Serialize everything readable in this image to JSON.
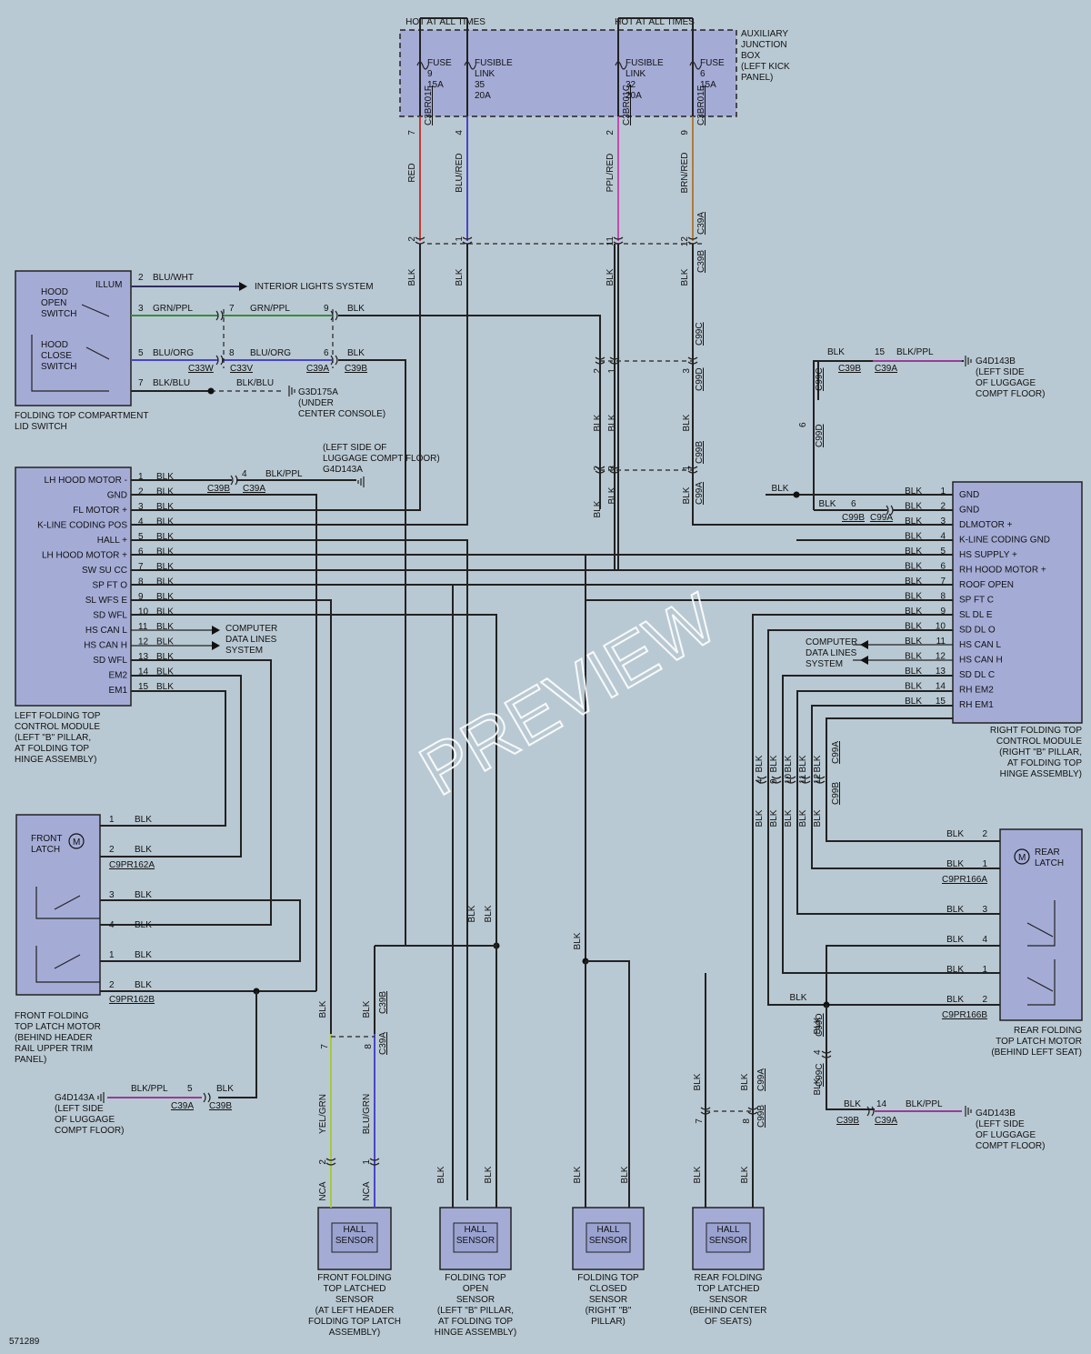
{
  "hot_at_all_times": "HOT AT ALL TIMES",
  "preview": "PREVIEW",
  "diagram_id": "571289",
  "aux_box": {
    "label": [
      "AUXILIARY",
      "JUNCTION",
      "BOX",
      "(LEFT KICK",
      "PANEL)"
    ],
    "fuse9": [
      "FUSE",
      "9",
      "15A"
    ],
    "fl35": [
      "FUSIBLE",
      "LINK",
      "35",
      "20A"
    ],
    "fl32": [
      "FUSIBLE",
      "LINK",
      "32",
      "20A"
    ],
    "fuse6": [
      "FUSE",
      "6",
      "15A"
    ]
  },
  "vertical_top": [
    {
      "pin": "7",
      "wire": "RED",
      "conn": "C3BR01F",
      "pin2": "2",
      "gnd": "BLK",
      "color": "#c23a3a"
    },
    {
      "pin": "4",
      "wire": "BLU/RED",
      "conn": "",
      "pin2": "1",
      "gnd": "BLK",
      "color": "#4a44c8"
    },
    {
      "pin": "2",
      "wire": "PPL/RED",
      "conn": "C3BR01C",
      "pin2": "11",
      "gnd": "BLK",
      "color": "#c24ab0"
    },
    {
      "pin": "9",
      "wire": "BRN/RED",
      "conn": "C3BR01E",
      "pin2": "12",
      "gnd": "BLK",
      "conn2": "C39A",
      "conn3": "C39B",
      "color": "#b07a3a"
    }
  ],
  "lid_switch": {
    "illum": "ILLUM",
    "hood_open": [
      "HOOD",
      "OPEN",
      "SWITCH"
    ],
    "hood_close": [
      "HOOD",
      "CLOSE",
      "SWITCH"
    ],
    "caption": [
      "FOLDING TOP COMPARTMENT",
      "LID SWITCH"
    ],
    "w2": "BLU/WHT",
    "interior": "INTERIOR LIGHTS SYSTEM",
    "w3": "GRN/PPL",
    "w5": "BLU/ORG",
    "w7": "BLK/BLU",
    "c33w": "C33W",
    "c33v": "C33V",
    "c39a": "C39A",
    "c39b": "C39B",
    "g3d": [
      "G3D175A",
      "(UNDER",
      "CENTER CONSOLE)"
    ]
  },
  "left_module": {
    "pins": [
      "LH HOOD MOTOR -",
      "GND",
      "FL MOTOR +",
      "K-LINE CODING POS",
      "HALL +",
      "LH HOOD MOTOR +",
      "SW SU CC",
      "SP FT O",
      "SL WFS E",
      "SD WFL",
      "HS CAN L",
      "HS CAN H",
      "SD WFL",
      "EM2",
      "EM1"
    ],
    "caption": [
      "LEFT FOLDING TOP",
      "CONTROL MODULE",
      "(LEFT \"B\" PILLAR,",
      "AT FOLDING TOP",
      "HINGE ASSEMBLY)"
    ],
    "wire": "BLK",
    "computer": [
      "COMPUTER",
      "DATA LINES",
      "SYSTEM"
    ],
    "g4d_top": [
      "(LEFT SIDE OF",
      "LUGGAGE COMPT FLOOR)",
      "G4D143A"
    ],
    "blkppl": "BLK/PPL"
  },
  "right_module": {
    "pins": [
      "GND",
      "GND",
      "DLMOTOR +",
      "K-LINE CODING GND",
      "HS SUPPLY +",
      "RH HOOD MOTOR +",
      "ROOF OPEN",
      "SP FT C",
      "SL DL E",
      "SD DL O",
      "HS CAN L",
      "HS CAN H",
      "SD DL C",
      "RH EM2",
      "RH EM1"
    ],
    "caption": [
      "RIGHT FOLDING TOP",
      "CONTROL MODULE",
      "(RIGHT \"B\" PILLAR,",
      "AT FOLDING TOP",
      "HINGE ASSEMBLY)"
    ],
    "computer": [
      "COMPUTER",
      "DATA LINES",
      "SYSTEM"
    ],
    "g4d": [
      "G4D143B",
      "(LEFT SIDE",
      "OF LUGGAGE",
      "COMPT FLOOR)"
    ]
  },
  "front_latch": {
    "front_latch": [
      "FRONT",
      "LATCH"
    ],
    "caption": [
      "FRONT FOLDING",
      "TOP LATCH MOTOR",
      "(BEHIND HEADER",
      "RAIL UPPER TRIM",
      "PANEL)"
    ],
    "c9pr162a": "C9PR162A",
    "c9pr162b": "C9PR162B"
  },
  "rear_latch": {
    "rear_latch": [
      "REAR",
      "LATCH"
    ],
    "caption": [
      "REAR FOLDING",
      "TOP LATCH MOTOR",
      "(BEHIND LEFT SEAT)"
    ],
    "c9pr166a": "C9PR166A",
    "c9pr166b": "C9PR166B"
  },
  "sensors": [
    {
      "label": [
        "HALL",
        "SENSOR"
      ],
      "caption": [
        "FRONT FOLDING",
        "TOP LATCHED",
        "SENSOR",
        "(AT LEFT HEADER",
        "FOLDING TOP LATCH",
        "ASSEMBLY)"
      ]
    },
    {
      "label": [
        "HALL",
        "SENSOR"
      ],
      "caption": [
        "FOLDING TOP",
        "OPEN",
        "SENSOR",
        "(LEFT \"B\" PILLAR,",
        "AT FOLDING TOP",
        "HINGE ASSEMBLY)"
      ]
    },
    {
      "label": [
        "HALL",
        "SENSOR"
      ],
      "caption": [
        "FOLDING TOP",
        "CLOSED",
        "SENSOR",
        "(RIGHT \"B\"",
        "PILLAR)"
      ]
    },
    {
      "label": [
        "HALL",
        "SENSOR"
      ],
      "caption": [
        "REAR FOLDING",
        "TOP LATCHED",
        "SENSOR",
        "(BEHIND CENTER",
        "OF SEATS)"
      ]
    }
  ],
  "misc": {
    "yelgrn": "YEL/GRN",
    "blugrn": "BLU/GRN",
    "nca": "NCA",
    "g4d_left": [
      "G4D143A",
      "(LEFT SIDE",
      "OF LUGGAGE",
      "COMPT FLOOR)"
    ],
    "g4d_right2": [
      "G4D143B",
      "(LEFT SIDE",
      "OF LUGGAGE",
      "COMPT FLOOR)"
    ],
    "c99a": "C99A",
    "c99b": "C99B",
    "c99c": "C99C",
    "c99d": "C99D"
  }
}
